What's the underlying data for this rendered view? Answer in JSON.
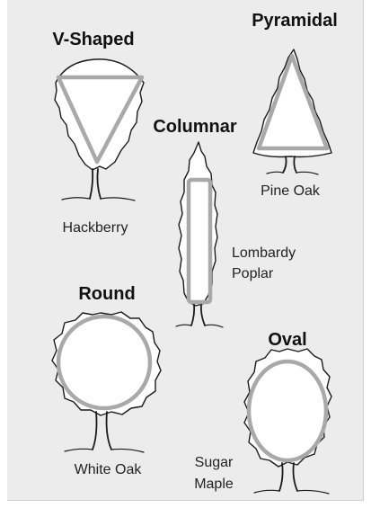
{
  "shapes": [
    {
      "id": "v-shaped",
      "title": "V-Shaped",
      "example": [
        "Hackberry"
      ]
    },
    {
      "id": "pyramidal",
      "title": "Pyramidal",
      "example": [
        "Pine Oak"
      ]
    },
    {
      "id": "columnar",
      "title": "Columnar",
      "example": [
        "Lombardy",
        "Poplar"
      ]
    },
    {
      "id": "round",
      "title": "Round",
      "example": [
        "White Oak"
      ]
    },
    {
      "id": "oval",
      "title": "Oval",
      "example": [
        "Sugar",
        "Maple"
      ]
    }
  ],
  "colors": {
    "background": "#ececec",
    "outline": "#a9a9a9",
    "ink": "#1b1b1b"
  }
}
